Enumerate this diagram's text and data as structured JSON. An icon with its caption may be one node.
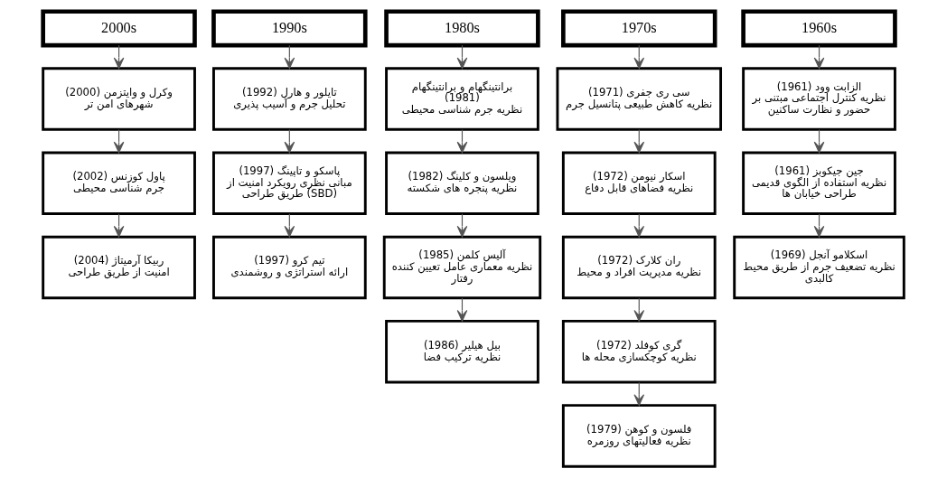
{
  "diagram": {
    "nodes": [
      {
        "text": [
          "2000s"
        ]
      },
      {
        "text": [
          "وکرل و وایتزمن (2000)",
          "شهرهای امن تر"
        ]
      },
      {
        "text": [
          "پاول کوزنس (2002)",
          "جرم شناسی محیطی"
        ]
      },
      {
        "text": [
          "ربیکا آرمیتاژ (2004)",
          "امنیت از طریق طراحی"
        ]
      },
      {
        "text": [
          "1990s"
        ]
      },
      {
        "text": [
          "تایلور و هارل (1992)",
          "تحلیل جرم و آسیب پذیری"
        ]
      },
      {
        "text": [
          "پاسکو و تاپینگ (1997)",
          "مبانی نظری رویکرد امنیت از طریق طراحی (SBD)"
        ]
      },
      {
        "text": [
          "تیم کرو (1997)",
          "ارائه استراتژی و روشمندی"
        ]
      },
      {
        "text": [
          "1980s"
        ]
      },
      {
        "text": [
          "برانتینگهام و برانتینگهام (1981)",
          "نظریه جرم شناسی محیطی"
        ]
      },
      {
        "text": [
          "ویلسون و کلینگ (1982)",
          "نظریه پنجره های شکسته"
        ]
      },
      {
        "text": [
          "آلیس کلمن (1985)",
          "نظریه معماری عامل تعیین کننده رفتار"
        ]
      },
      {
        "text": [
          "بیل هیلیر (1986)",
          "نظریه ترکیب فضا"
        ]
      },
      {
        "text": [
          "1970s"
        ]
      },
      {
        "text": [
          "سی ری جفری (1971)",
          "نظریه کاهش طبیعی پتانسیل جرم"
        ]
      },
      {
        "text": [
          "اسکار نیومن (1972)",
          "نظریه فضاهای قابل دفاع"
        ]
      },
      {
        "text": [
          "ران کلارک (1972)",
          "نظریه مدیریت افراد و محیط"
        ]
      },
      {
        "text": [
          "گری کوفلد (1972)",
          "نظریه کوچکسازی محله ها"
        ]
      },
      {
        "text": [
          "فلسون و کوهن (1979)",
          "نظریه فعالیتهای روزمره"
        ]
      },
      {
        "text": [
          "1960s"
        ]
      },
      {
        "text": [
          "الزابت وود (1961)",
          "نظریه کنترل اجتماعی مبتنی بر حضور و نظارت ساکنین"
        ]
      },
      {
        "text": [
          "جین جیکوبز (1961)",
          "نظریه استفاده از الگوی قدیمی طراحی خیابان ها"
        ]
      },
      {
        "text": [
          "اسکلامو آنجل (1969)",
          "نظریه تضعیف جرم از طریق محیط کالبدی"
        ]
      }
    ],
    "edges": [
      {
        "from": 0,
        "to": 1,
        "arrow": "to"
      },
      {
        "from": 1,
        "to": 2,
        "arrow": "to"
      },
      {
        "from": 2,
        "to": 3,
        "arrow": "to"
      },
      {
        "from": 4,
        "to": 5,
        "arrow": "to"
      },
      {
        "from": 5,
        "to": 6,
        "arrow": "to"
      },
      {
        "from": 6,
        "to": 7,
        "arrow": "to"
      },
      {
        "from": 8,
        "to": 9,
        "arrow": "to"
      },
      {
        "from": 9,
        "to": 10,
        "arrow": "to"
      },
      {
        "from": 10,
        "to": 11,
        "arrow": "to"
      },
      {
        "from": 11,
        "to": 12,
        "arrow": "to"
      },
      {
        "from": 13,
        "to": 14,
        "arrow": "to"
      },
      {
        "from": 14,
        "to": 15,
        "arrow": "to"
      },
      {
        "from": 15,
        "to": 16,
        "arrow": "to"
      },
      {
        "from": 16,
        "to": 17,
        "arrow": "to"
      },
      {
        "from": 17,
        "to": 18,
        "arrow": "to"
      },
      {
        "from": 19,
        "to": 20,
        "arrow": "to"
      },
      {
        "from": 20,
        "to": 21,
        "arrow": "to"
      },
      {
        "from": 21,
        "to": 22,
        "arrow": "to"
      }
    ]
  }
}
